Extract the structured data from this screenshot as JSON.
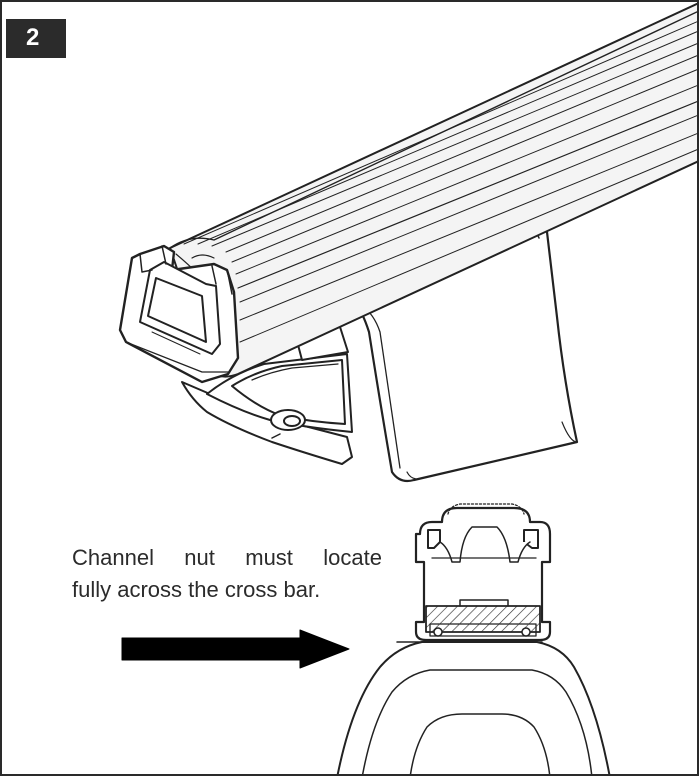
{
  "step": {
    "number": "2"
  },
  "caption": {
    "line1": "Channel nut must locate",
    "line2": "fully across the cross bar."
  },
  "colors": {
    "ink": "#2b2b2b",
    "background": "#ffffff",
    "outline": "#222222",
    "bar_fill": "#f4f4f4"
  },
  "icons": {
    "pointer": "right-arrow-icon"
  }
}
